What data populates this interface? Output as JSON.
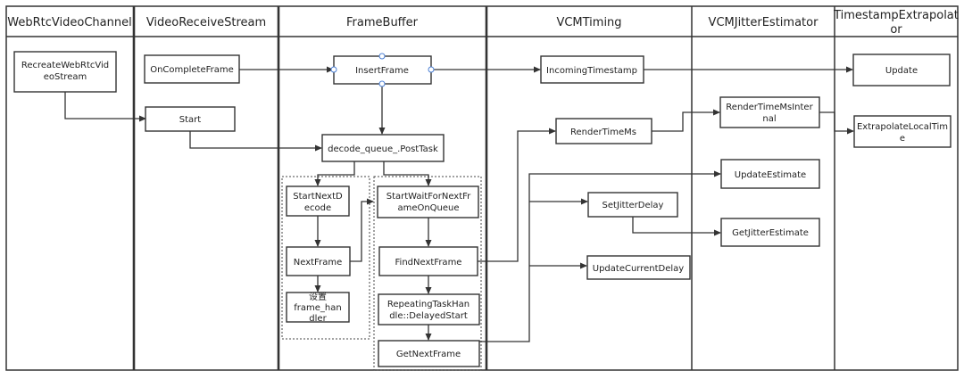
{
  "lanes": [
    {
      "id": "channel",
      "title": "WebRtcVideoChannel"
    },
    {
      "id": "vrs",
      "title": "VideoReceiveStream"
    },
    {
      "id": "fb",
      "title": "FrameBuffer"
    },
    {
      "id": "timing",
      "title": "VCMTiming"
    },
    {
      "id": "jitter",
      "title": "VCMJitterEstimator"
    },
    {
      "id": "extrap",
      "title_lines": [
        "TimestampExtrapolat",
        "or"
      ]
    }
  ],
  "nodes": {
    "recreate": [
      "RecreateWebRtcVid",
      "eoStream"
    ],
    "on_complete_frame": [
      "OnCompleteFrame"
    ],
    "start": [
      "Start"
    ],
    "insert_frame": [
      "InsertFrame"
    ],
    "decode_post_task": [
      "decode_queue_.PostTask"
    ],
    "start_next_decode": [
      "StartNextD",
      "ecode"
    ],
    "next_frame": [
      "NextFrame"
    ],
    "set_frame_handler": [
      "设置",
      "frame_han",
      "dler"
    ],
    "start_wait": [
      "StartWaitForNextFr",
      "ameOnQueue"
    ],
    "find_next_frame": [
      "FindNextFrame"
    ],
    "repeating_task": [
      "RepeatingTaskHan",
      "dle::DelayedStart"
    ],
    "get_next_frame": [
      "GetNextFrame"
    ],
    "incoming_timestamp": [
      "IncomingTimestamp"
    ],
    "render_time_ms": [
      "RenderTimeMs"
    ],
    "set_jitter_delay": [
      "SetJitterDelay"
    ],
    "update_current_delay": [
      "UpdateCurrentDelay"
    ],
    "render_time_internal": [
      "RenderTimeMsInter",
      "nal"
    ],
    "update_estimate": [
      "UpdateEstimate"
    ],
    "get_jitter_estimate": [
      "GetJitterEstimate"
    ],
    "update": [
      "Update"
    ],
    "extrapolate_local_time": [
      "ExtrapolateLocalTim",
      "e"
    ]
  }
}
